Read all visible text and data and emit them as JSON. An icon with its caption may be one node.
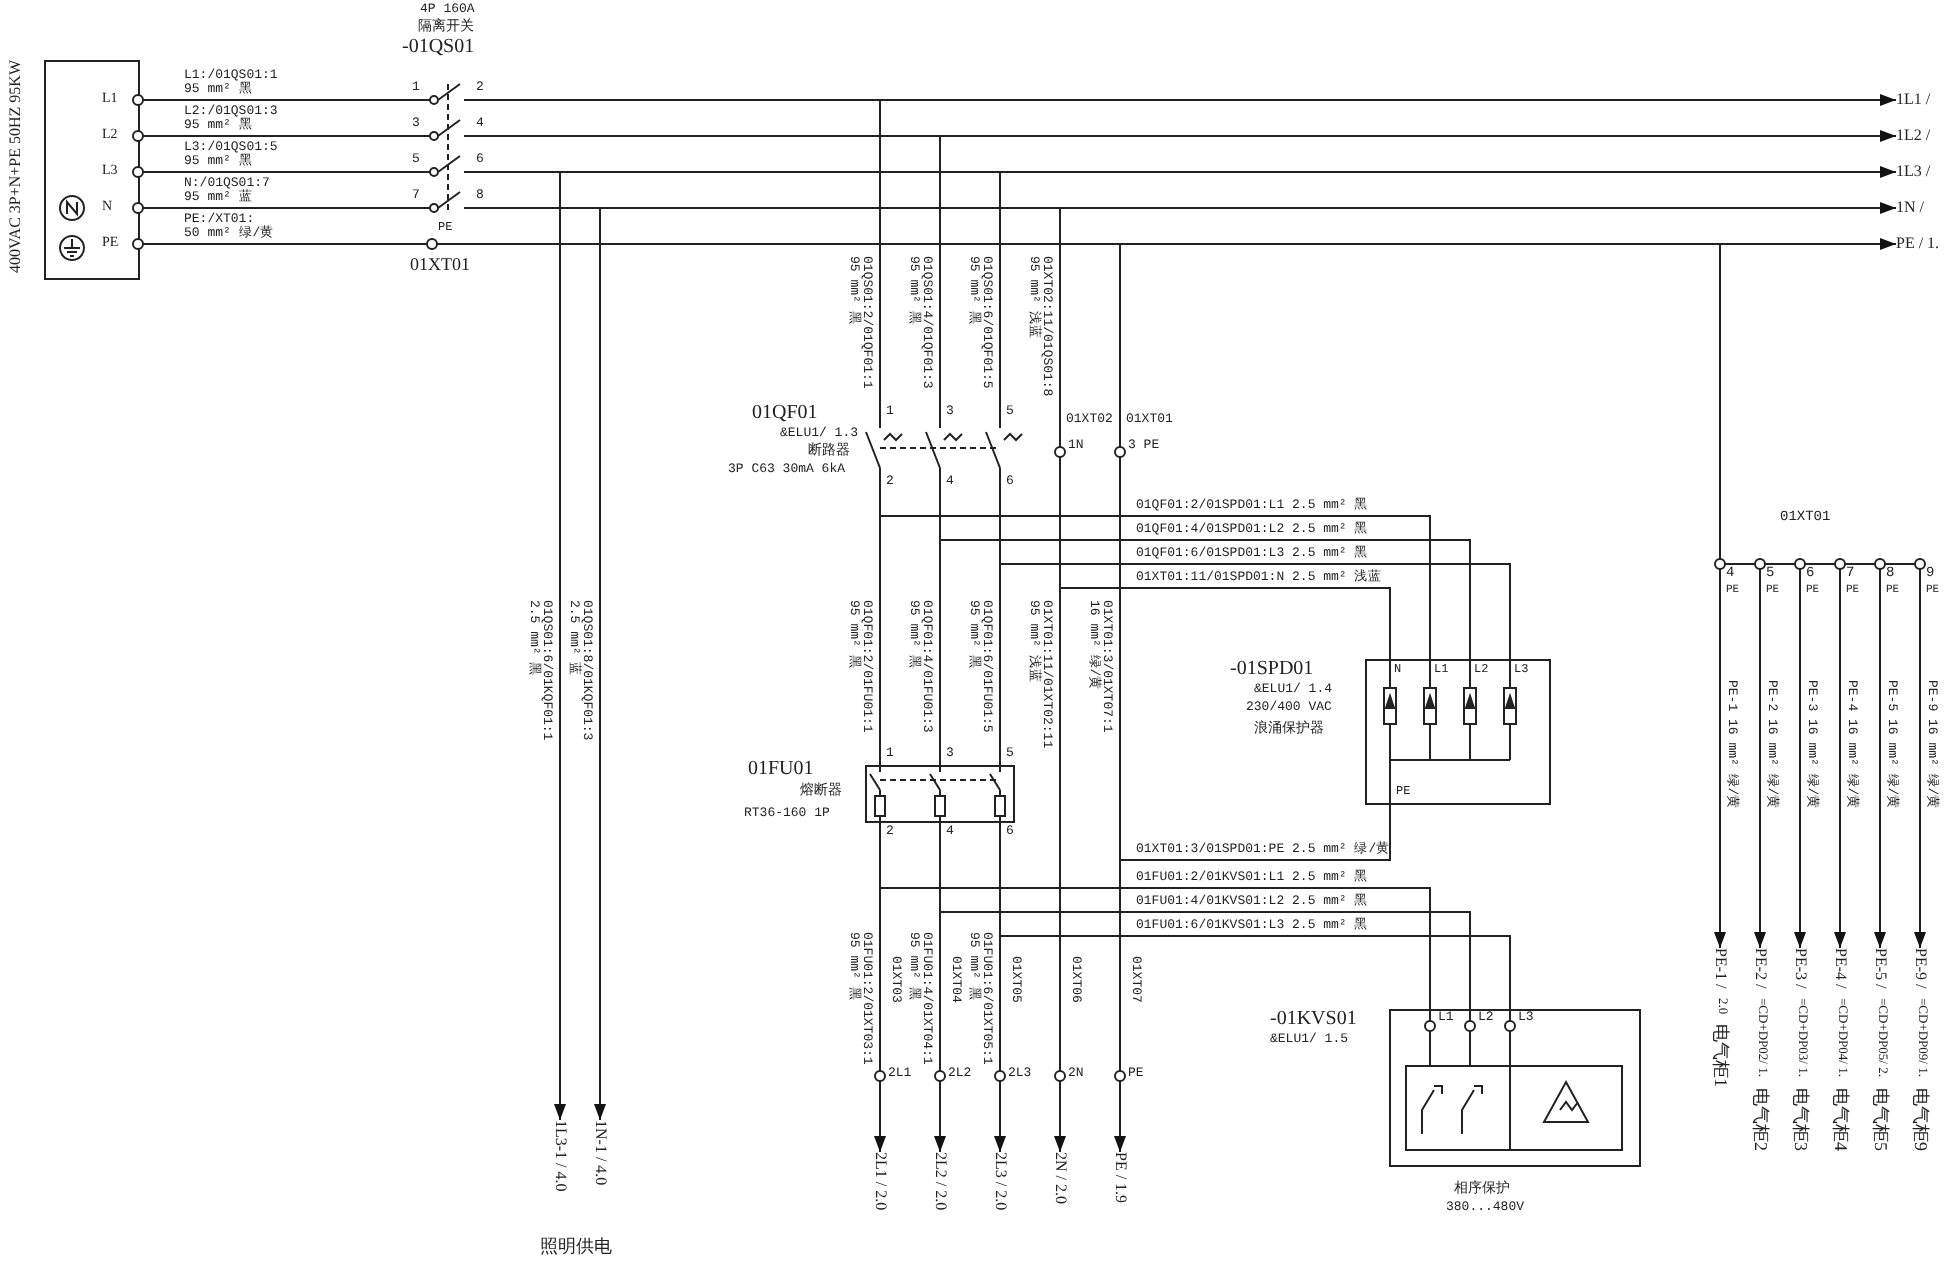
{
  "diagram": {
    "nodes": [
      {
        "text": [
          "L1",
          "L2",
          "L3",
          "N",
          "PE"
        ],
        "beside": [
          "400VAC 3P+N+PE 50HZ 95KW"
        ]
      },
      {
        "text": [
          "4P 160A",
          "隔离开关",
          "-01QS01"
        ]
      },
      {
        "text": [
          "PE",
          "01XT01"
        ]
      },
      {
        "text": [
          "1L1 /"
        ]
      },
      {
        "text": [
          "1L2 /"
        ]
      },
      {
        "text": [
          "1L3 /"
        ]
      },
      {
        "text": [
          "1N /"
        ]
      },
      {
        "text": [
          "PE / 1."
        ]
      },
      {
        "text": [
          "01XT02",
          "1N"
        ]
      },
      {
        "text": [
          "01XT01",
          "3 PE"
        ]
      },
      {
        "text": [
          "01QF01",
          "&ELU1/ 1.3",
          "断路器",
          "3P C63 30mA 6kA"
        ]
      },
      {
        "text": [
          "01FU01",
          "熔断器",
          "RT36-160 1P"
        ]
      },
      {
        "text": [
          "-01SPD01",
          "&ELU1/ 1.4",
          "230/400 VAC",
          "浪涌保护器"
        ]
      },
      {
        "text": [
          "01XT01"
        ]
      },
      {
        "text": [
          "PE-1 /",
          "2.0",
          "电气柜1"
        ]
      },
      {
        "text": [
          "PE-2 /",
          "=CD+DP02/ 1.",
          "电气柜2"
        ]
      },
      {
        "text": [
          "PE-3 /",
          "=CD+DP03/ 1.",
          "电气柜3"
        ]
      },
      {
        "text": [
          "PE-4 /",
          "=CD+DP04/ 1.",
          "电气柜4"
        ]
      },
      {
        "text": [
          "PE-5 /",
          "=CD+DP05/ 2.",
          "电气柜5"
        ]
      },
      {
        "text": [
          "PE-9 /",
          "=CD+DP09/ 1.",
          "电气柜9"
        ]
      },
      {
        "text": [
          "1L3-1 / 4.0"
        ]
      },
      {
        "text": [
          "1N-1 / 4.0"
        ]
      },
      {
        "text": [
          "2L1",
          "01XT03"
        ]
      },
      {
        "text": [
          "2L2",
          "01XT04"
        ]
      },
      {
        "text": [
          "2L3",
          "01XT05"
        ]
      },
      {
        "text": [
          "2N",
          "01XT06"
        ]
      },
      {
        "text": [
          "PE",
          "01XT07"
        ]
      },
      {
        "text": [
          "2L1 / 2.0"
        ]
      },
      {
        "text": [
          "2L2 / 2.0"
        ]
      },
      {
        "text": [
          "2L3 / 2.0"
        ]
      },
      {
        "text": [
          "2N / 2.0"
        ]
      },
      {
        "text": [
          "PE / 1.9"
        ]
      },
      {
        "text": [
          "-01KVS01",
          "&ELU1/ 1.5",
          "相序保护",
          "380...480V"
        ]
      }
    ],
    "edges": [
      {
        "from": 0,
        "to": 1,
        "arrow": "none",
        "label": "L1:/01QS01:1 95 mm² 黑"
      },
      {
        "from": 0,
        "to": 1,
        "arrow": "none",
        "label": "L2:/01QS01:3 95 mm² 黑"
      },
      {
        "from": 0,
        "to": 1,
        "arrow": "none",
        "label": "L3:/01QS01:5 95 mm² 黑"
      },
      {
        "from": 0,
        "to": 1,
        "arrow": "none",
        "label": "N:/01QS01:7 95 mm² 蓝"
      },
      {
        "from": 0,
        "to": 2,
        "arrow": "none",
        "label": "PE:/XT01: 50 mm² 绿/黄"
      },
      {
        "from": 1,
        "to": 3,
        "arrow": "to"
      },
      {
        "from": 1,
        "to": 4,
        "arrow": "to"
      },
      {
        "from": 1,
        "to": 5,
        "arrow": "to"
      },
      {
        "from": 1,
        "to": 6,
        "arrow": "to"
      },
      {
        "from": 2,
        "to": 7,
        "arrow": "to"
      },
      {
        "from": 1,
        "to": 10,
        "arrow": "none",
        "label": "01QS01:2/01QF01:1 95 mm² 黑"
      },
      {
        "from": 1,
        "to": 10,
        "arrow": "none",
        "label": "01QS01:4/01QF01:3 95 mm² 黑"
      },
      {
        "from": 1,
        "to": 10,
        "arrow": "none",
        "label": "01QS01:6/01QF01:5 95 mm² 黑"
      },
      {
        "from": 1,
        "to": 8,
        "arrow": "none",
        "label": "01XT02:11/01QS01:8 95 mm² 浅蓝"
      },
      {
        "from": 2,
        "to": 9,
        "arrow": "none"
      },
      {
        "from": 1,
        "to": 20,
        "arrow": "to",
        "label": "01QS01:6/01KQF01:1 2.5 mm² 黑"
      },
      {
        "from": 1,
        "to": 21,
        "arrow": "to",
        "label": "01QS01:8/01KQF01:3 2.5 mm² 蓝"
      },
      {
        "from": 10,
        "to": 11,
        "arrow": "none",
        "label": "01QF01:2/01FU01:1 95 mm² 黑"
      },
      {
        "from": 10,
        "to": 11,
        "arrow": "none",
        "label": "01QF01:4/01FU01:3 95 mm² 黑"
      },
      {
        "from": 10,
        "to": 11,
        "arrow": "none",
        "label": "01QF01:6/01FU01:5 95 mm² 黑"
      },
      {
        "from": 10,
        "to": 12,
        "arrow": "none",
        "label": "01QF01:2/01SPD01:L1 2.5 mm² 黑"
      },
      {
        "from": 10,
        "to": 12,
        "arrow": "none",
        "label": "01QF01:4/01SPD01:L2 2.5 mm² 黑"
      },
      {
        "from": 10,
        "to": 12,
        "arrow": "none",
        "label": "01QF01:6/01SPD01:L3 2.5 mm² 黑"
      },
      {
        "from": 8,
        "to": 12,
        "arrow": "none",
        "label": "01XT01:11/01SPD01:N 2.5 mm² 浅蓝"
      },
      {
        "from": 8,
        "to": 25,
        "arrow": "none",
        "label": "01XT01:11/01XT02:11 95 mm² 浅蓝"
      },
      {
        "from": 9,
        "to": 12,
        "arrow": "none",
        "label": "01XT01:3/01SPD01:PE 2.5 mm² 绿/黄"
      },
      {
        "from": 9,
        "to": 26,
        "arrow": "none",
        "label": "01XT01:3/01XT07:1 16 mm² 绿/黄"
      },
      {
        "from": 11,
        "to": 22,
        "arrow": "none",
        "label": "01FU01:2/01XT03:1 95 mm² 黑"
      },
      {
        "from": 11,
        "to": 23,
        "arrow": "none",
        "label": "01FU01:4/01XT04:1 95 mm² 黑"
      },
      {
        "from": 11,
        "to": 24,
        "arrow": "none",
        "label": "01FU01:6/01XT05:1 95 mm² 黑"
      },
      {
        "from": 11,
        "to": 32,
        "arrow": "none",
        "label": "01FU01:2/01KVS01:L1 2.5 mm² 黑"
      },
      {
        "from": 11,
        "to": 32,
        "arrow": "none",
        "label": "01FU01:4/01KVS01:L2 2.5 mm² 黑"
      },
      {
        "from": 11,
        "to": 32,
        "arrow": "none",
        "label": "01FU01:6/01KVS01:L3 2.5 mm² 黑"
      },
      {
        "from": 22,
        "to": 27,
        "arrow": "to"
      },
      {
        "from": 23,
        "to": 28,
        "arrow": "to"
      },
      {
        "from": 24,
        "to": 29,
        "arrow": "to"
      },
      {
        "from": 25,
        "to": 30,
        "arrow": "to"
      },
      {
        "from": 26,
        "to": 31,
        "arrow": "to"
      },
      {
        "from": 2,
        "to": 13,
        "arrow": "none"
      },
      {
        "from": 13,
        "to": 14,
        "arrow": "to",
        "label": "PE-1 16 mm² 绿/黄"
      },
      {
        "from": 13,
        "to": 15,
        "arrow": "to",
        "label": "PE-2 16 mm² 绿/黄"
      },
      {
        "from": 13,
        "to": 16,
        "arrow": "to",
        "label": "PE-3 16 mm² 绿/黄"
      },
      {
        "from": 13,
        "to": 17,
        "arrow": "to",
        "label": "PE-4 16 mm² 绿/黄"
      },
      {
        "from": 13,
        "to": 18,
        "arrow": "to",
        "label": "PE-5 16 mm² 绿/黄"
      },
      {
        "from": 13,
        "to": 19,
        "arrow": "to",
        "label": "PE-9 16 mm² 绿/黄"
      }
    ],
    "labels": [
      "1",
      "2",
      "3",
      "4",
      "5",
      "6",
      "7",
      "8",
      "1",
      "3",
      "5",
      "2",
      "4",
      "6",
      "1",
      "3",
      "5",
      "2",
      "4",
      "6",
      "N",
      "L1",
      "L2",
      "L3",
      "PE",
      "4",
      "PE",
      "5",
      "PE",
      "6",
      "PE",
      "7",
      "PE",
      "8",
      "PE",
      "9",
      "PE",
      "L1",
      "L2",
      "L3",
      "照明供电"
    ]
  }
}
